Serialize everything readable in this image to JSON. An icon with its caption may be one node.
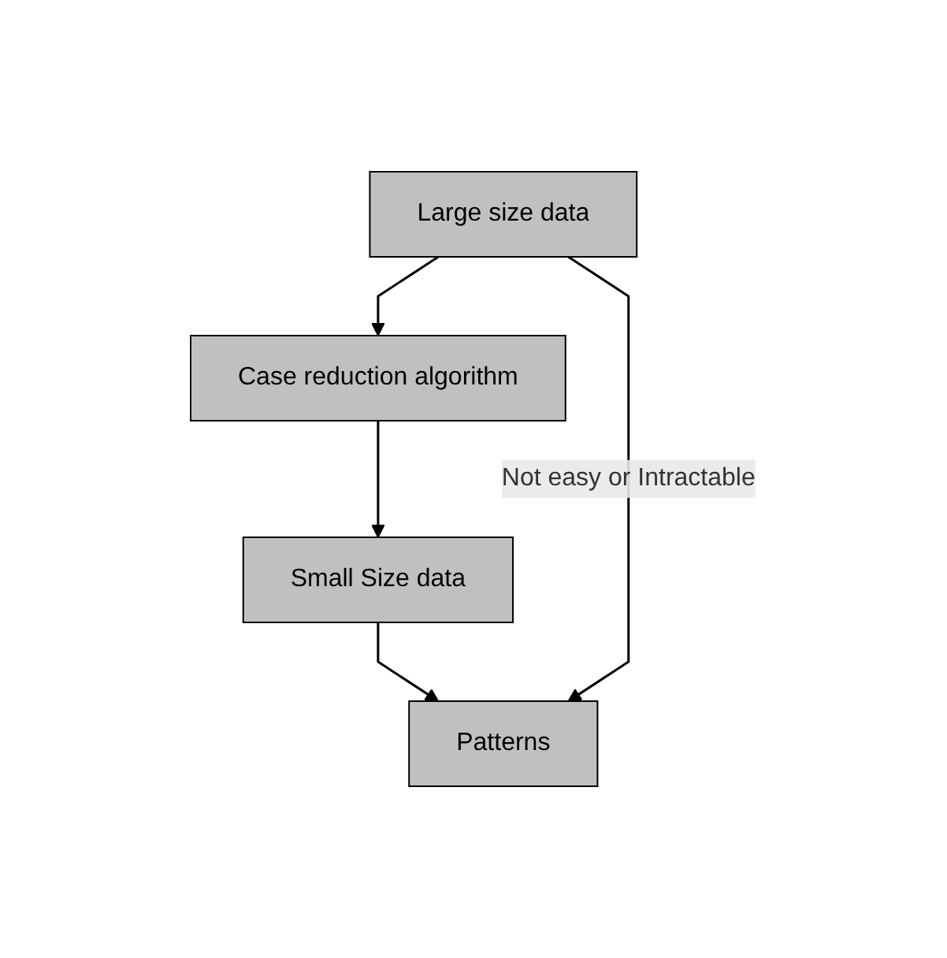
{
  "diagram": {
    "nodes": [
      {
        "text": [
          "Large size data"
        ]
      },
      {
        "text": [
          "Case reduction algorithm"
        ]
      },
      {
        "text": [
          "Small Size data"
        ]
      },
      {
        "text": [
          "Patterns"
        ]
      }
    ],
    "edges": [
      {
        "from": 0,
        "to": 1,
        "arrow": "to"
      },
      {
        "from": 1,
        "to": 2,
        "arrow": "to"
      },
      {
        "from": 2,
        "to": 3,
        "arrow": "to"
      },
      {
        "from": 0,
        "to": 3,
        "arrow": "to",
        "label": "Not easy or Intractable"
      }
    ]
  }
}
